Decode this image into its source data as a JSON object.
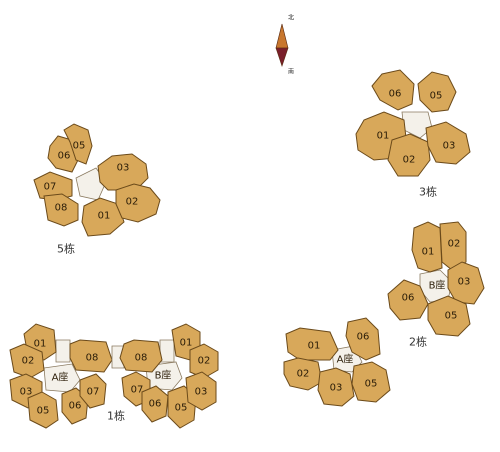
{
  "compass": {
    "north": "北",
    "south": "南"
  },
  "buildings": {
    "b5": {
      "label": "5栋",
      "units": [
        "01",
        "02",
        "03",
        "05",
        "06",
        "07",
        "08"
      ]
    },
    "b3": {
      "label": "3栋",
      "units": [
        "01",
        "02",
        "03",
        "05",
        "06"
      ]
    },
    "b2": {
      "label": "2栋",
      "units": [
        "01",
        "02",
        "03",
        "05",
        "06"
      ],
      "core": "B座"
    },
    "b2a": {
      "units": [
        "01",
        "02",
        "03",
        "05",
        "06"
      ],
      "core": "A座"
    },
    "b1": {
      "label": "1栋",
      "wing_a": {
        "core": "A座",
        "units": [
          "01",
          "02",
          "03",
          "05",
          "06",
          "07",
          "08"
        ]
      },
      "wing_b": {
        "core": "B座",
        "units": [
          "01",
          "02",
          "03",
          "05",
          "06",
          "07",
          "08"
        ]
      }
    }
  },
  "colors": {
    "unit_fill": "#d8a85a",
    "unit_stroke": "#6b4a1a",
    "core_fill": "#f4f1ea",
    "compass_top": "#c8772e",
    "compass_bottom": "#7a1f2b"
  }
}
